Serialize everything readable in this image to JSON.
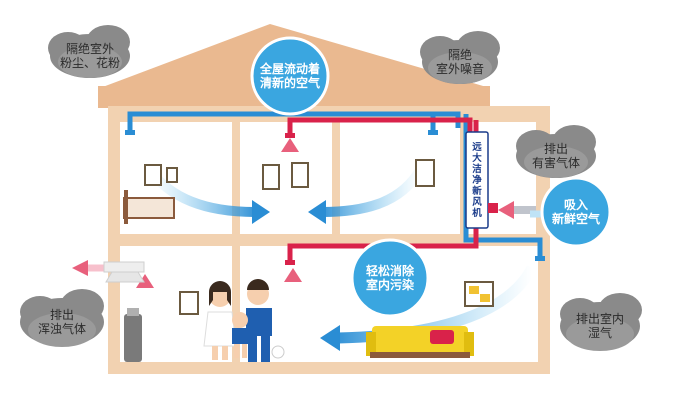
{
  "labels": {
    "cloud_outdoor_dust": "隔绝室外\n粉尘、花粉",
    "cloud_outdoor_noise": "隔绝\n室外噪音",
    "cloud_harmful_gas": "排出\n有害气体",
    "cloud_turbid_gas": "排出\n浑浊气体",
    "cloud_humidity": "排出室内\n湿气",
    "bubble_whole_house": "全屋流动着\n清新的空气",
    "bubble_fresh_air": "吸入\n新鲜空气",
    "bubble_remove_pollution": "轻松消除\n室内污染",
    "unit_label": "远大洁净新风机"
  },
  "colors": {
    "wall": "#f2d2b1",
    "roof": "#eab990",
    "room": "#ffffff",
    "fresh_duct": "#2a8dd4",
    "exhaust_duct": "#d9224a",
    "bubble": "#3aa6e0",
    "cloud": "#7f7f7f"
  }
}
